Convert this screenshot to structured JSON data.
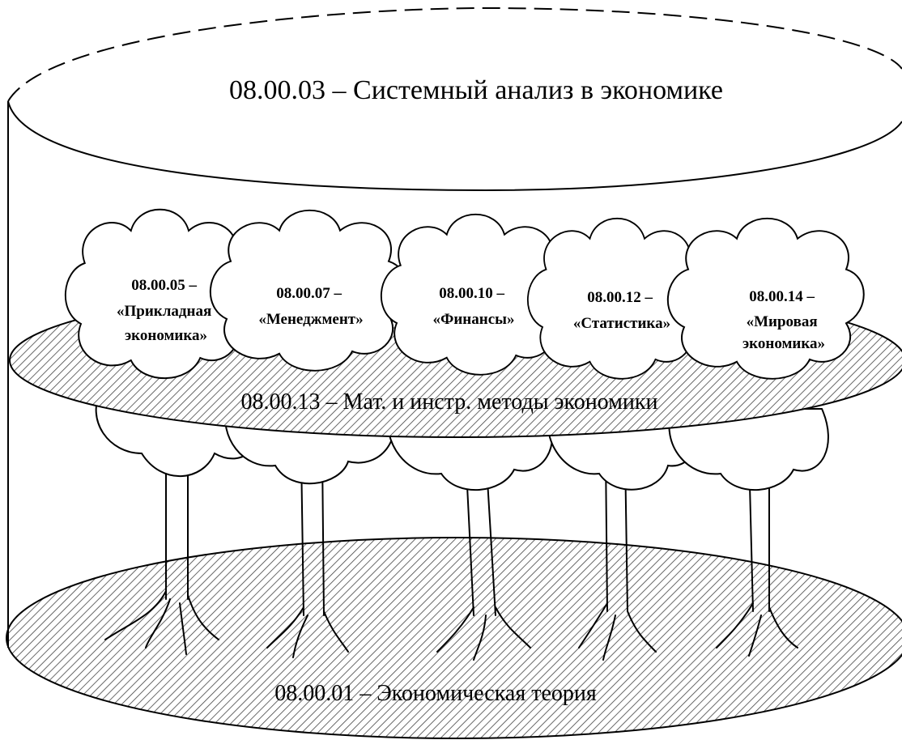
{
  "top_layer": {
    "label": "08.00.03 – Системный анализ в экономике"
  },
  "middle_layer": {
    "label": "08.00.13 – Мат. и инстр. методы экономики"
  },
  "bottom_layer": {
    "label": "08.00.01 – Экономическая теория"
  },
  "trees": [
    {
      "code": "08.00.05 –",
      "lines": [
        "«Прикладная",
        "экономика»"
      ]
    },
    {
      "code": "08.00.07 –",
      "lines": [
        "«Менеджмент»"
      ]
    },
    {
      "code": "08.00.10 –",
      "lines": [
        "«Финансы»"
      ]
    },
    {
      "code": "08.00.12 –",
      "lines": [
        "«Статистика»"
      ]
    },
    {
      "code": "08.00.14 –",
      "lines": [
        "«Мировая",
        "экономика»"
      ]
    }
  ]
}
